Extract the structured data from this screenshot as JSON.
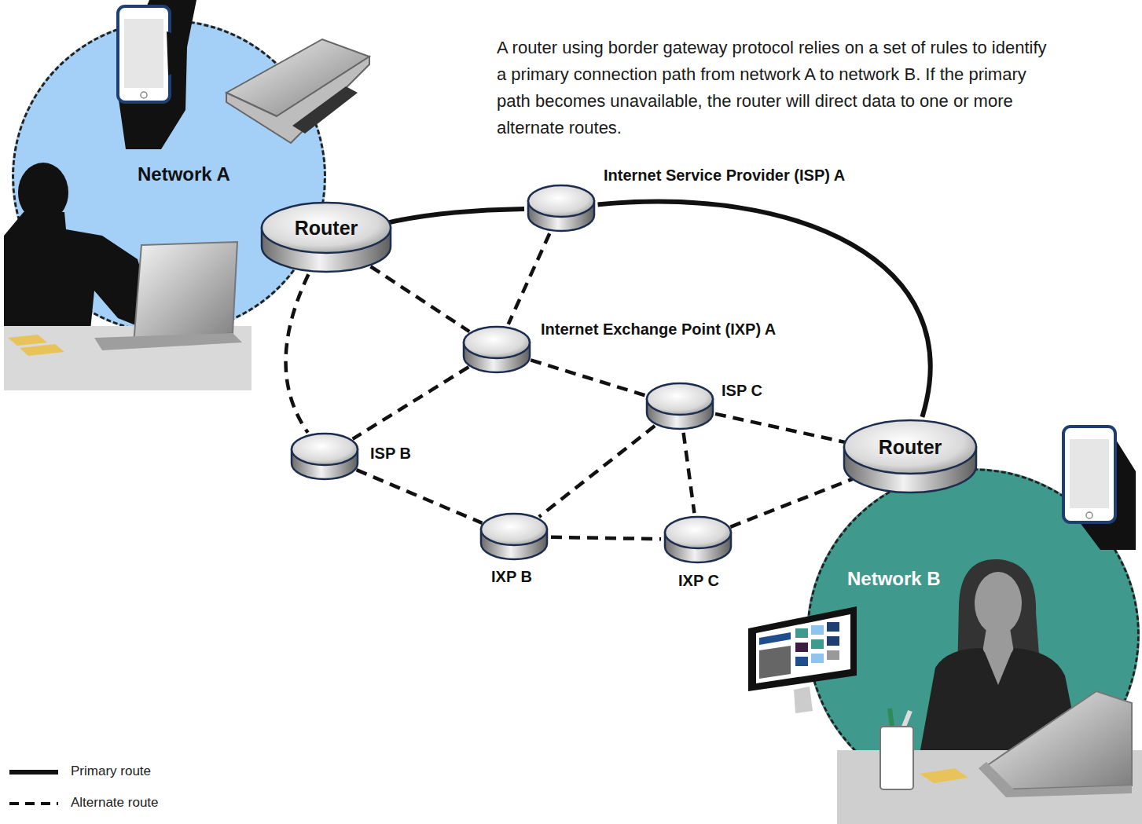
{
  "diagram": {
    "nodes": [
      {
        "text": [
          "Network A"
        ]
      },
      {
        "text": [
          "Router"
        ]
      },
      {
        "text": [
          "Internet Service Provider (ISP) A"
        ]
      },
      {
        "text": [
          "Internet Exchange Point (IXP) A"
        ]
      },
      {
        "text": [
          "ISP B"
        ]
      },
      {
        "text": [
          "ISP C"
        ]
      },
      {
        "text": [
          "IXP B"
        ]
      },
      {
        "text": [
          "IXP C"
        ]
      },
      {
        "text": [
          "Router"
        ]
      },
      {
        "text": [
          "Network B"
        ]
      }
    ],
    "edges": [
      {
        "from": 1,
        "to": 2,
        "arrow": "none"
      },
      {
        "from": 2,
        "to": 8,
        "arrow": "none"
      },
      {
        "from": 1,
        "to": 3,
        "arrow": "none"
      },
      {
        "from": 2,
        "to": 3,
        "arrow": "none"
      },
      {
        "from": 1,
        "to": 4,
        "arrow": "none"
      },
      {
        "from": 3,
        "to": 4,
        "arrow": "none"
      },
      {
        "from": 3,
        "to": 5,
        "arrow": "none"
      },
      {
        "from": 5,
        "to": 8,
        "arrow": "none"
      },
      {
        "from": 4,
        "to": 6,
        "arrow": "none"
      },
      {
        "from": 5,
        "to": 6,
        "arrow": "none"
      },
      {
        "from": 5,
        "to": 7,
        "arrow": "none"
      },
      {
        "from": 6,
        "to": 7,
        "arrow": "none"
      },
      {
        "from": 7,
        "to": 8,
        "arrow": "none"
      }
    ],
    "labels": [
      "A router using border gateway protocol relies on a set of rules to identify a primary connection path from network A to network B. If the primary path becomes unavailable, the router will direct data to one or more alternate routes."
    ],
    "legend": [
      {
        "text": "Primary route"
      },
      {
        "text": "Alternate route"
      }
    ]
  }
}
